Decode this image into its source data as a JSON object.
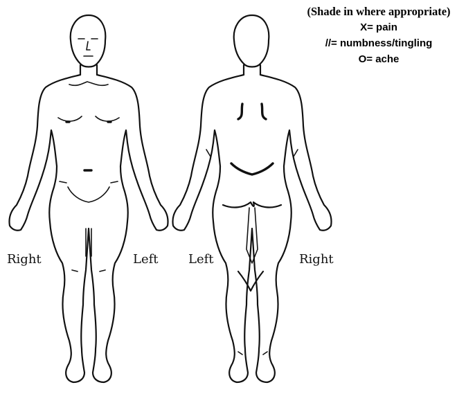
{
  "legend": {
    "instruction": "(Shade in where appropriate)",
    "items": [
      {
        "label": "X= pain"
      },
      {
        "label": "//= numbness/tingling"
      },
      {
        "label": "O= ache"
      }
    ]
  },
  "front_view": {
    "label_left": "Right",
    "label_right": "Left"
  },
  "back_view": {
    "label_left": "Left",
    "label_right": "Right"
  }
}
